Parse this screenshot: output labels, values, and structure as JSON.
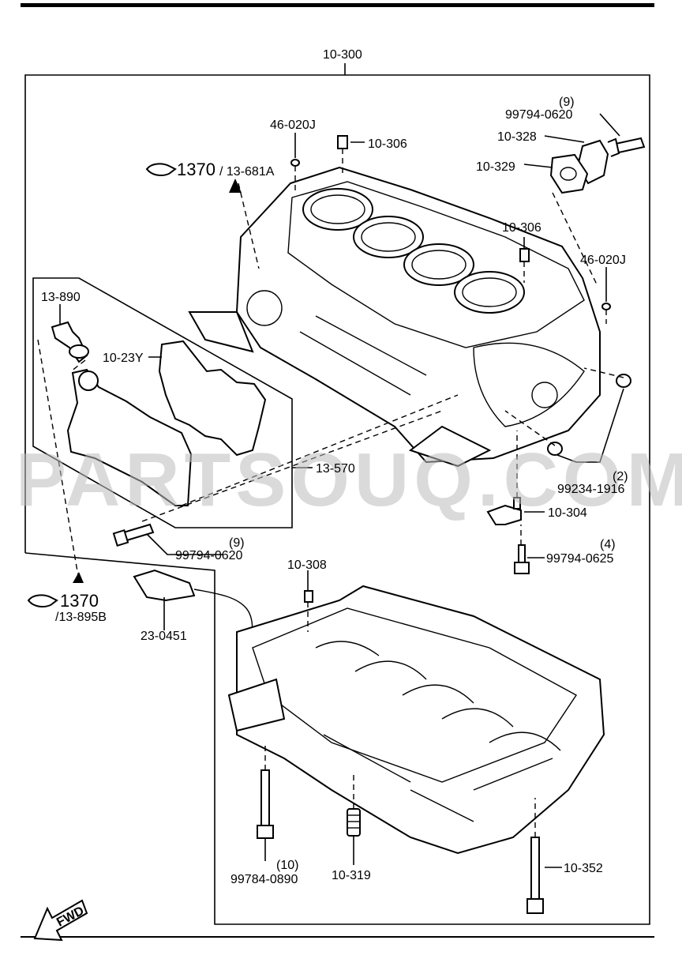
{
  "watermark": "PARTSOUQ.COM",
  "labels": {
    "assy": "10-300",
    "bolt_top": "99794-0620",
    "bolt_top_qty": "(9)",
    "cover": "10-328",
    "gasket_cover": "10-329",
    "dowel_a": "46-020J",
    "pin_top": "10-306",
    "ref_1370": "1370",
    "ref_681a": "/ 13-681A",
    "pin_mid": "10-306",
    "dowel_b": "46-020J",
    "pcv": "13-890",
    "gasket_oil": "10-23Y",
    "separator": "13-570",
    "bolt_sep": "99794-0620",
    "bolt_sep_qty": "(9)",
    "plug": "99234-1916",
    "plug_qty": "(2)",
    "jet": "10-304",
    "bolt_jet": "99794-0625",
    "bolt_jet_qty": "(4)",
    "pin_lower": "10-308",
    "ref_1370b": "1370",
    "ref_895b": "/13-895B",
    "sensor": "23-0451",
    "bolt_long": "99784-0890",
    "bolt_long_qty": "(10)",
    "stud": "10-319",
    "bolt_352": "10-352",
    "fwd": "FWD"
  }
}
